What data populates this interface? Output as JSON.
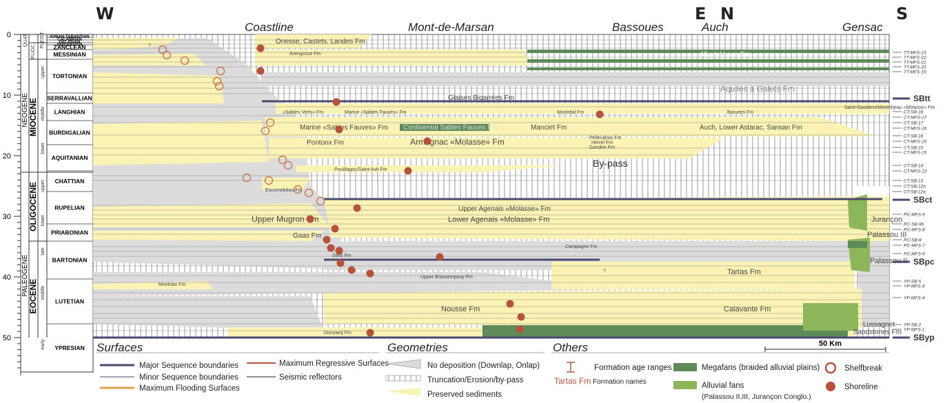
{
  "compass": {
    "w": "W",
    "e": "E",
    "n": "N",
    "s": "S"
  },
  "localities": [
    "Coastline",
    "Mont-de-Marsan",
    "Bassoues",
    "Auch",
    "Gensac"
  ],
  "y_axis": {
    "ticks": [
      "0",
      "10",
      "20",
      "30",
      "40",
      "50"
    ]
  },
  "chrono": {
    "periods": [
      {
        "name": "NEOGENE"
      },
      {
        "name": "PALEOGENE"
      }
    ],
    "sub": [
      "QUAT.",
      "PLIOC.",
      "PLEIST."
    ],
    "epochs": [
      {
        "name": "MIOCENE"
      },
      {
        "name": "OLIGOCENE"
      },
      {
        "name": "EOCENE"
      }
    ],
    "subepochs": [
      "upper",
      "middle",
      "lower",
      "upper",
      "lower",
      "late",
      "middle",
      "early"
    ],
    "stages": [
      "IONIAN,TARANTIAN",
      "CALABRIAN",
      "GELASIAN",
      "PIACENZIAN",
      "ZANCLEAN",
      "MESSINIAN",
      "TORTONIAN",
      "SERRAVALLIAN",
      "LANGHIAN",
      "BURDIGALIAN",
      "AQUITANIAN",
      "CHATTIAN",
      "RUPELIAN",
      "PRIABONIAN",
      "BARTONIAN",
      "LUTETIAN",
      "YPRESIAN"
    ]
  },
  "formations": {
    "onesse": "Onesse, Castets, Landes Fm",
    "arengosse": "Arengosse Fm",
    "alluviale": "Alluvial Lave Fm",
    "aquiles": "Aquiles à Galets Fm",
    "glaises": "Glaises Bigarrées Fm",
    "sables_verts": "«Sables Verts» Fm",
    "marine_fauves_small": "Marine «Sables Fauves» Fm",
    "montreal": "Montréal Fm",
    "baruees": "Baruees Fm",
    "st_gaudens": "Saint-Gaudens/Montréjeau «Molasse» Fm",
    "marine_sables_fauves": "Marine «Sables Fauves» Fm",
    "continental_sables": "Continental Sables Fauves Fm",
    "manciet": "Manciet Fm",
    "auch": "Auch, Lower Astarac, Sansan Fm",
    "pontonx": "Pontonx Fm",
    "armagnac": "Armagnac «Molasse» Fm",
    "pellecahus": "Pellecahus Fm",
    "herrel": "Herrel Fm",
    "gondrin": "Gondrin Fm",
    "pouillagou": "Pouillagou/Saint-Avit Fm",
    "bypass": "By-pass",
    "escornebeou": "Escornebéou Fm",
    "upper_agenais": "Upper Agenais «Molasse» Fm",
    "upper_mugron": "Upper Mugron Fm",
    "lower_agenais": "Lower Agenais «Molasse» Fm",
    "jurancon": "Jurançon",
    "palassou3": "Palassou III",
    "gaas": "Gaas Fm",
    "campagne": "Campagne Fm",
    "siest": "Siest Fm",
    "tartas": "Tartas Fm",
    "palassou2": "Palassou II",
    "upper_brassempouy": "Upper Brassempouy Fm",
    "miretrain": "Miretrain Fm",
    "nousse": "Nousse Fm",
    "calavante": "Calavante Fm",
    "donzacq": "Donzacq Fm",
    "lussagnet1": "Lussagnet",
    "lussagnet2": "Sandstones Fm",
    "q": "?"
  },
  "sequences": [
    "TT-MFS-23",
    "TT-MFS-22",
    "TT-MFS-21",
    "TT-MFS-20",
    "TT-MFS-19",
    "CT-SB-18",
    "CT-MFS-17",
    "CT-SB-17",
    "CT-MFS-16",
    "CT-SB-16",
    "CT-MFS-15",
    "CT-SB-15",
    "CT-MFS-15",
    "CT-SB-14",
    "CT-MFS-13",
    "CT-SB-13",
    "CT-SB-12b",
    "CT-SB-12a",
    "PC-MFS-9",
    "PC-SB-9b",
    "PC-MFS-8",
    "PC-SB-8",
    "PC-MFS-7",
    "PC-MFS-6",
    "YP-SB-5",
    "YP-MFS-4",
    "YP-MFS-4",
    "YP-SB-2",
    "YP-MFS-1"
  ],
  "boundaries": [
    "SBtt",
    "SBct",
    "SBpc",
    "SByp"
  ],
  "scale": {
    "label": "50 Km"
  },
  "legend": {
    "surfaces": {
      "title": "Surfaces",
      "items": [
        "Major Sequence boundaries",
        "Minor Sequence boundaries",
        "Maximum Flooding Surfaces",
        "Maximum Regressive Surfaces",
        "Seismic reflectors"
      ]
    },
    "geometries": {
      "title": "Geometries",
      "items": [
        "No deposition (Downlap, Onlap)",
        "Truncation/Erosion/by-pass",
        "Preserved sediments"
      ]
    },
    "others": {
      "title": "Others",
      "items": [
        "Formation age ranges",
        "Formation names",
        "Megafans (braided alluvial plains)",
        "Alluvial fans",
        "(Palassou II,III, Jurançon Conglo.)",
        "Shelfbreak",
        "Shoreline"
      ],
      "formation_names_sample": "Tartas Fm"
    }
  },
  "colors": {
    "yellow": "#fbf3b3",
    "gray": "#dcdcdc",
    "major": "#4a4870",
    "mfs": "#d9a24a",
    "mrs": "#b0553a",
    "dot": "#b5523b",
    "dkgreen": "#5e8a5a",
    "ltgreen": "#8db65a"
  }
}
